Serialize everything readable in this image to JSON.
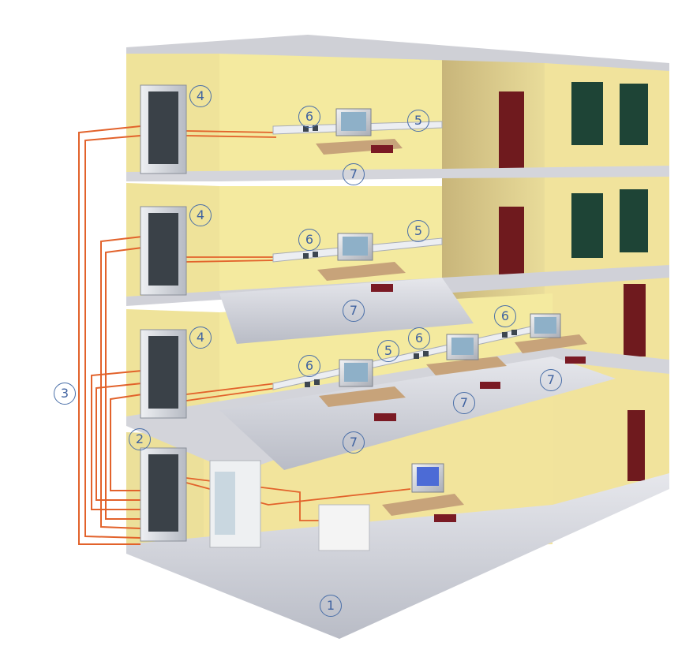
{
  "callouts": {
    "c1": "1",
    "c2": "2",
    "c3": "3",
    "c4": "4",
    "c5": "5",
    "c6": "6",
    "c7": "7"
  },
  "colors": {
    "wall": "#f3e8a6",
    "wall_shade": "#c9b67a",
    "floor": "#c9cbd2",
    "slab": "#d9d9df",
    "door": "#7b1b1f",
    "window": "#1f4b3a",
    "cable": "#e2622b",
    "rack": "#dadde3",
    "callout": "#4a6fa8"
  },
  "icons": [
    "server-rack-icon",
    "computer-monitor-icon",
    "desk-icon",
    "chair-icon",
    "cable-duct-icon",
    "network-outlet-icon",
    "cabinet-icon"
  ]
}
